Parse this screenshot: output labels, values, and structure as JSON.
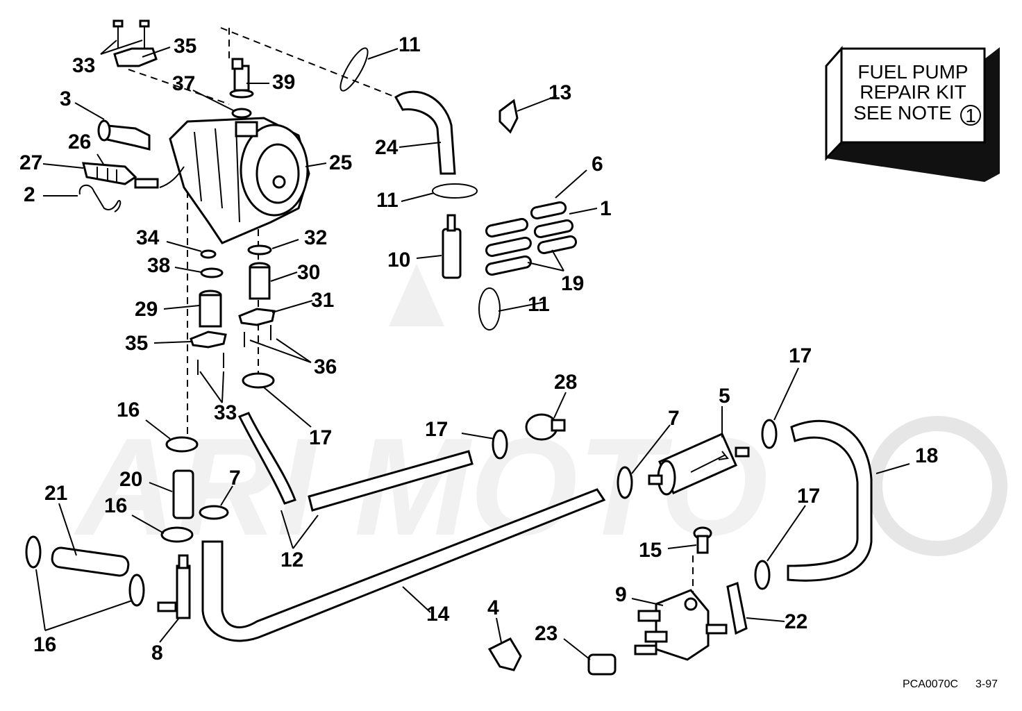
{
  "note_box": {
    "line1": "FUEL PUMP",
    "line2": "REPAIR KIT",
    "line3": "SEE NOTE",
    "note_number": "1"
  },
  "watermark": "ARI MOTO",
  "footer": {
    "code": "PCA0070C",
    "date": "3-97"
  },
  "callouts": {
    "c33a": "33",
    "c35a": "35",
    "c37": "37",
    "c39": "39",
    "c11a": "11",
    "c13": "13",
    "c3": "3",
    "c26": "26",
    "c27": "27",
    "c25": "25",
    "c24": "24",
    "c2": "2",
    "c6": "6",
    "c11b": "11",
    "c1": "1",
    "c34": "34",
    "c32": "32",
    "c10": "10",
    "c38": "38",
    "c30": "30",
    "c19": "19",
    "c29": "29",
    "c31": "31",
    "c11c": "11",
    "c35b": "35",
    "c36": "36",
    "c17a": "17",
    "c33b": "33",
    "c28": "28",
    "c16a": "16",
    "c17b": "17",
    "c5": "5",
    "c17c": "17",
    "c7a": "7",
    "c18": "18",
    "c20": "20",
    "c7b": "7",
    "c21": "21",
    "c16b": "16",
    "c17d": "17",
    "c12": "12",
    "c15": "15",
    "c9": "9",
    "c14": "14",
    "c4": "4",
    "c22": "22",
    "c16c": "16",
    "c8": "8",
    "c23": "23"
  }
}
